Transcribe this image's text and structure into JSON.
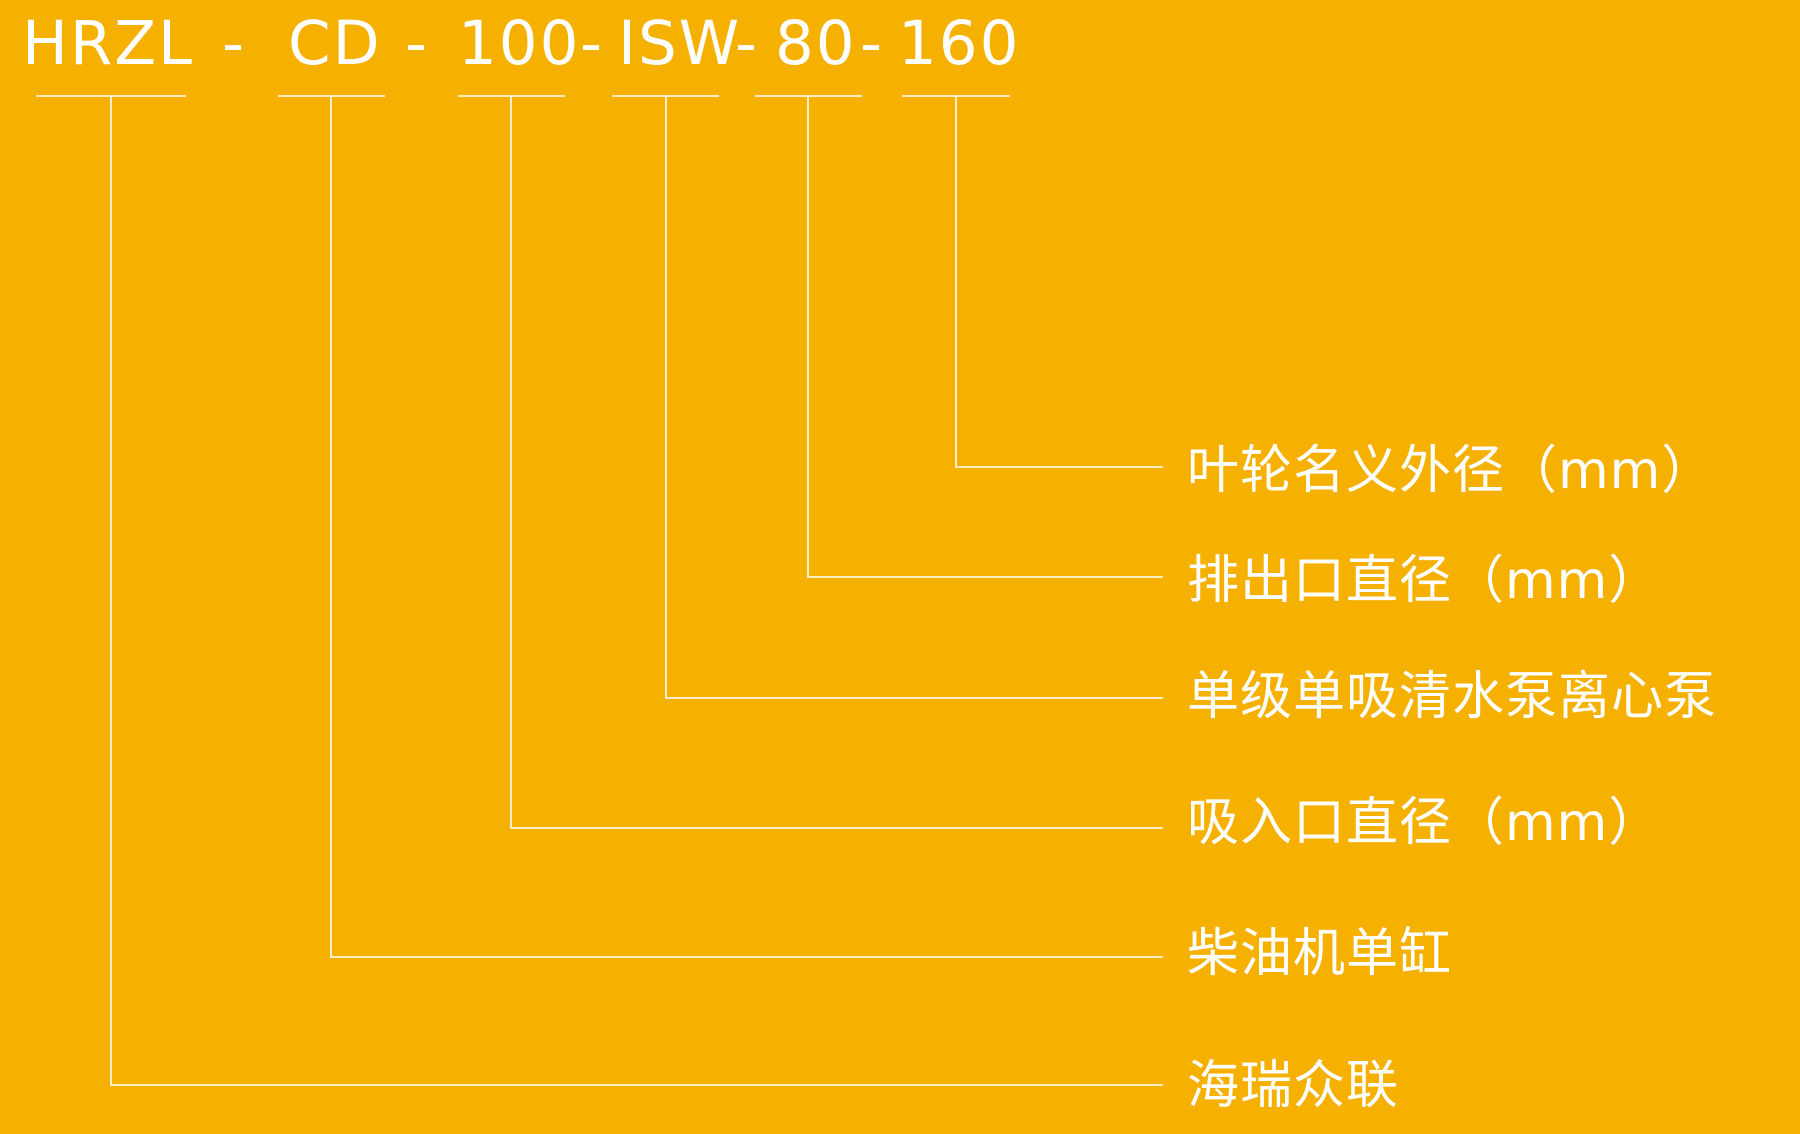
{
  "model_code": {
    "parts": [
      "HRZL",
      "CD",
      "100",
      "ISW",
      "80",
      "160"
    ],
    "separators": [
      "-",
      "-",
      "-",
      "-",
      "-"
    ]
  },
  "descriptions": [
    "叶轮名义外径（mm）",
    "排出口直径（mm）",
    "单级单吸清水泵离心泵",
    "吸入口直径（mm）",
    "柴油机单缸",
    "海瑞众联"
  ],
  "colors": {
    "background": "#f5b000",
    "line": "#ffffff",
    "text": "#ffffff"
  }
}
